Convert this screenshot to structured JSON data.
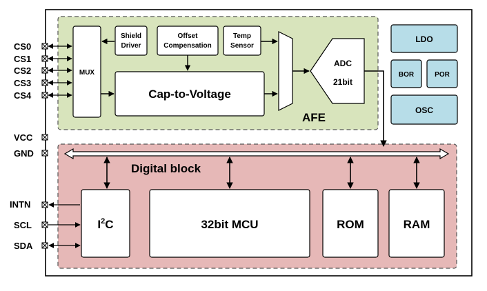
{
  "pins_left_top": [
    "CS0",
    "CS1",
    "CS2",
    "CS3",
    "CS4"
  ],
  "pins_power": [
    "VCC",
    "GND"
  ],
  "pins_left_bottom": [
    "INTN",
    "SCL",
    "SDA"
  ],
  "afe": {
    "label": "AFE",
    "mux": "MUX",
    "shield_driver": [
      "Shield",
      "Driver"
    ],
    "offset_comp": [
      "Offset",
      "Compensation"
    ],
    "temp_sensor": [
      "Temp",
      "Sensor"
    ],
    "cap_to_voltage": "Cap-to-Voltage",
    "adc": [
      "ADC",
      "21bit"
    ]
  },
  "side_blocks": {
    "ldo": "LDO",
    "bor": "BOR",
    "por": "POR",
    "osc": "OSC"
  },
  "digital": {
    "label": "Digital block",
    "i2c_base": "I",
    "i2c_sup": "2",
    "i2c_tail": "C",
    "mcu": "32bit MCU",
    "rom": "ROM",
    "ram": "RAM"
  },
  "colors": {
    "afe_fill": "#d8e4bc",
    "digital_fill": "#e6b8b7",
    "side_fill": "#b7dde8",
    "line": "#000000"
  }
}
